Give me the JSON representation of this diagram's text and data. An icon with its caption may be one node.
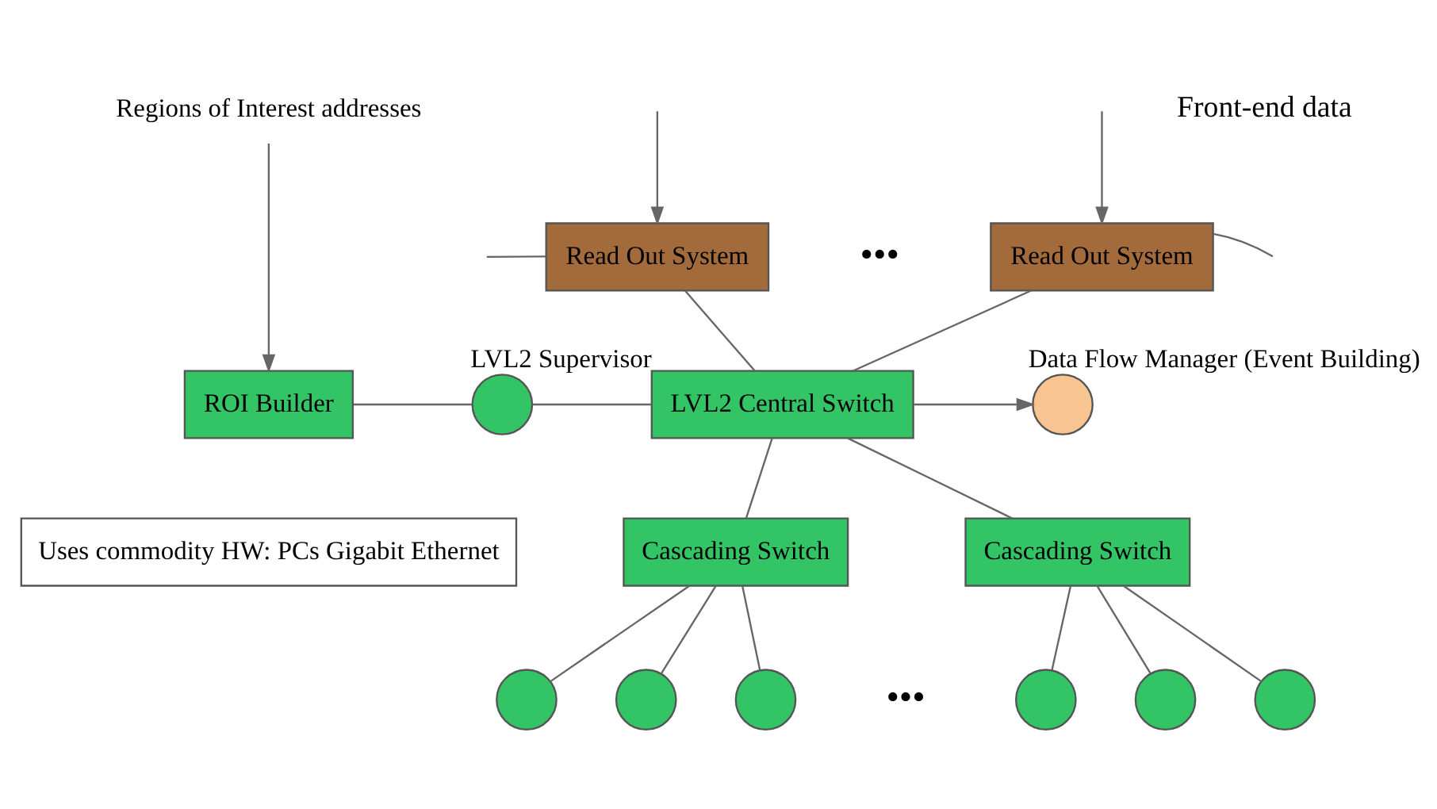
{
  "diagram": {
    "nodes": [
      {
        "text": [
          "Regions of Interest addresses"
        ]
      },
      {
        "text": [
          "Read Out System"
        ]
      },
      {
        "text": [
          "Read Out System"
        ]
      },
      {
        "text": [
          "ROI Builder"
        ]
      },
      {
        "text": [],
        "shape": "circle",
        "beside": [
          "LVL2 Supervisor"
        ]
      },
      {
        "text": [
          "LVL2 Central Switch"
        ]
      },
      {
        "text": [],
        "shape": "circle",
        "beside": [
          "Data Flow Manager (Event Building)"
        ]
      },
      {
        "text": [
          "Uses commodity HW: PCs Gigabit Ethernet"
        ]
      },
      {
        "text": [
          "Cascading Switch"
        ]
      },
      {
        "text": [
          "Cascading Switch"
        ]
      },
      {
        "text": [],
        "shape": "circle"
      },
      {
        "text": [],
        "shape": "circle"
      },
      {
        "text": [],
        "shape": "circle"
      },
      {
        "text": [],
        "shape": "circle"
      },
      {
        "text": [],
        "shape": "circle"
      },
      {
        "text": [],
        "shape": "circle"
      }
    ],
    "edges": [
      {
        "from": null,
        "to": 1,
        "arrow": "to"
      },
      {
        "from": null,
        "to": 2,
        "arrow": "to"
      },
      {
        "from": 0,
        "to": 3,
        "arrow": "to"
      },
      {
        "from": 1,
        "to": null,
        "arrow": "none"
      },
      {
        "from": 1,
        "to": 5,
        "arrow": "none"
      },
      {
        "from": 2,
        "to": 5,
        "arrow": "none"
      },
      {
        "from": 2,
        "to": null,
        "arrow": "none"
      },
      {
        "from": 3,
        "to": 4,
        "arrow": "none"
      },
      {
        "from": 4,
        "to": 5,
        "arrow": "none"
      },
      {
        "from": 5,
        "to": 6,
        "arrow": "to"
      },
      {
        "from": 5,
        "to": 8,
        "arrow": "none"
      },
      {
        "from": 5,
        "to": 9,
        "arrow": "none"
      },
      {
        "from": 8,
        "to": 10,
        "arrow": "none"
      },
      {
        "from": 8,
        "to": 11,
        "arrow": "none"
      },
      {
        "from": 8,
        "to": 12,
        "arrow": "none"
      },
      {
        "from": 9,
        "to": 13,
        "arrow": "none"
      },
      {
        "from": 9,
        "to": 14,
        "arrow": "none"
      },
      {
        "from": 9,
        "to": 15,
        "arrow": "none"
      }
    ],
    "labels": [
      "Front-end data",
      "•••",
      "•••"
    ]
  }
}
